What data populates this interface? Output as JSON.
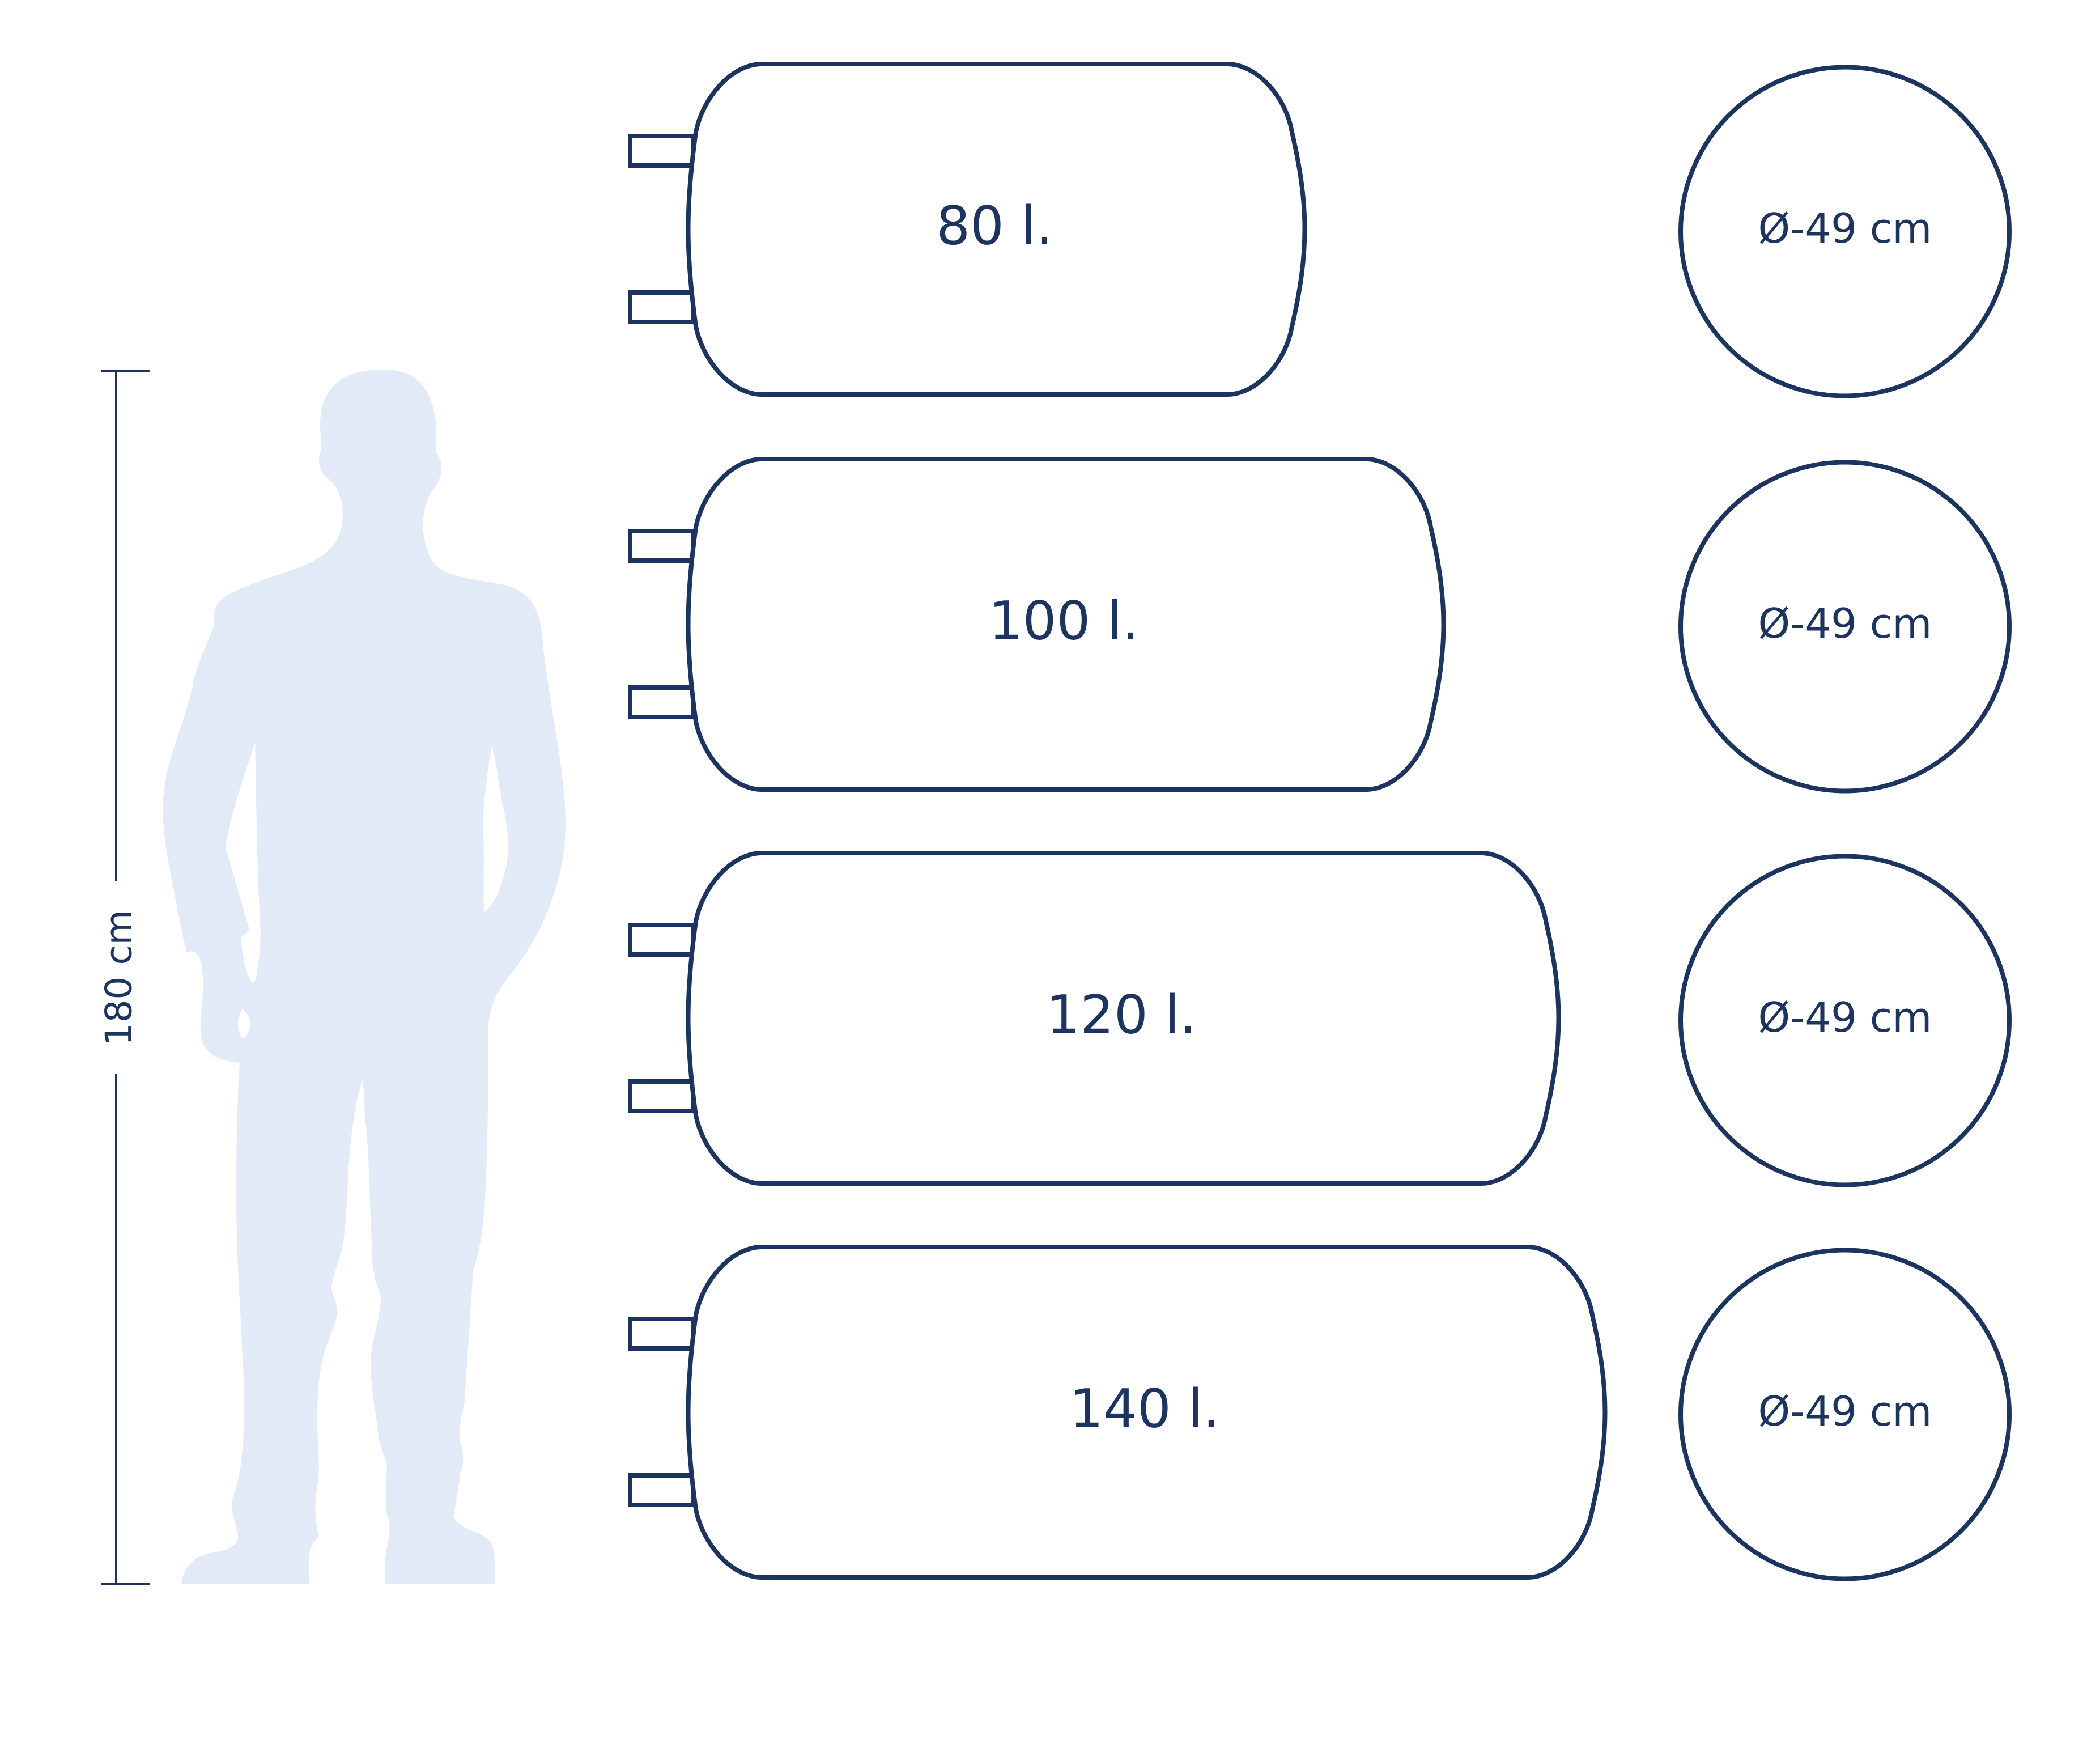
{
  "colors": {
    "outline": "#1d3461",
    "silhouette": "#e3eaf7",
    "background": "#ffffff"
  },
  "height_scale": {
    "label": "180 cm"
  },
  "person": {
    "icon": "person-silhouette-icon"
  },
  "tanks": [
    {
      "capacity": "80 l.",
      "diameter": "Ø-49 cm"
    },
    {
      "capacity": "100 l.",
      "diameter": "Ø-49 cm"
    },
    {
      "capacity": "120 l.",
      "diameter": "Ø-49 cm"
    },
    {
      "capacity": "140 l.",
      "diameter": "Ø-49 cm"
    }
  ]
}
